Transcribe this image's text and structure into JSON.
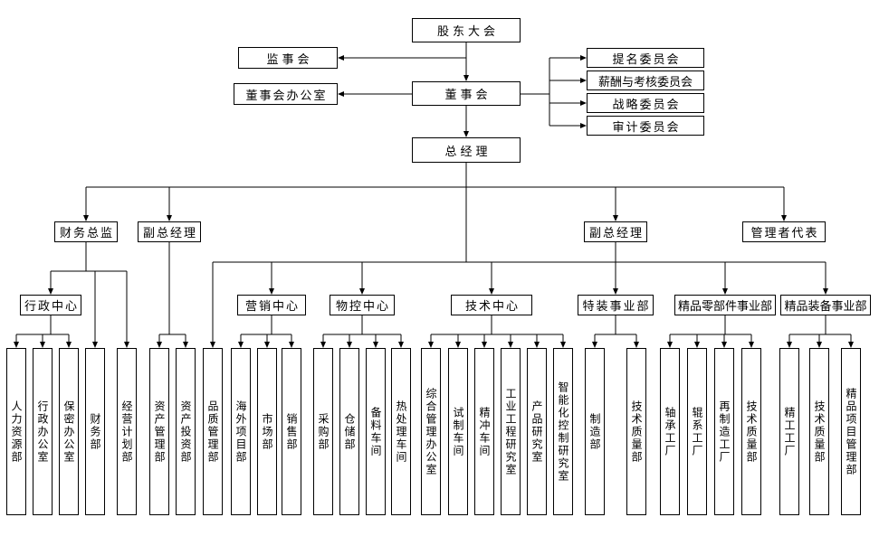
{
  "nodes": {
    "shareholders_meeting": "股东大会",
    "supervisory_board": "监事会",
    "board_office": "董事会办公室",
    "board_of_directors": "董事会",
    "nomination_committee": "提名委员会",
    "remuneration_committee": "薪酬与考核委员会",
    "strategy_committee": "战略委员会",
    "audit_committee": "审计委员会",
    "general_manager": "总经理",
    "cfo": "财务总监",
    "deputy_gm_1": "副总经理",
    "deputy_gm_2": "副总经理",
    "management_rep": "管理者代表",
    "admin_center": "行政中心",
    "marketing_center": "营销中心",
    "material_control_center": "物控中心",
    "technology_center": "技术中心",
    "special_equipment_division": "特装事业部",
    "precision_parts_division": "精品零部件事业部",
    "precision_equipment_division": "精品装备事业部",
    "hr_dept": "人力资源部",
    "admin_office": "行政办公室",
    "confidentiality_office": "保密办公室",
    "finance_dept": "财务部",
    "business_planning_dept": "经营计划部",
    "asset_management_dept": "资产管理部",
    "asset_investment_dept": "资产投资部",
    "quality_management_dept": "品质管理部",
    "overseas_project_dept": "海外项目部",
    "market_dept": "市场部",
    "sales_dept": "销售部",
    "purchasing_dept": "采购部",
    "warehouse_dept": "仓储部",
    "material_prep_workshop": "备料车间",
    "heat_treatment_workshop": "热处理车间",
    "general_management_office": "综合管理办公室",
    "trial_workshop": "试制车间",
    "fine_blanking_workshop": "精冲车间",
    "industrial_engineering_lab": "工业工程研究室",
    "product_research_lab": "产品研究室",
    "intelligent_control_lab": "智能化控制研究室",
    "manufacturing_dept": "制造部",
    "tech_quality_dept_1": "技术质量部",
    "bearing_factory": "轴承工厂",
    "roller_factory": "辊系工厂",
    "remanufacturing_factory": "再制造工厂",
    "tech_quality_dept_2": "技术质量部",
    "precision_factory": "精工工厂",
    "tech_quality_dept_3": "技术质量部",
    "precision_project_mgmt_dept": "精品项目管理部"
  },
  "hierarchy": {
    "shareholders_meeting": [
      "supervisory_board",
      "board_of_directors"
    ],
    "board_of_directors": [
      "board_office",
      "nomination_committee",
      "remuneration_committee",
      "strategy_committee",
      "audit_committee",
      "general_manager"
    ],
    "general_manager": [
      "cfo",
      "deputy_gm_1",
      "deputy_gm_2",
      "management_rep",
      "quality_management_dept",
      "marketing_center",
      "material_control_center",
      "technology_center",
      "precision_parts_division",
      "precision_equipment_division"
    ],
    "cfo": [
      "admin_center",
      "finance_dept",
      "business_planning_dept"
    ],
    "admin_center": [
      "hr_dept",
      "admin_office",
      "confidentiality_office"
    ],
    "deputy_gm_1": [
      "asset_management_dept",
      "asset_investment_dept"
    ],
    "deputy_gm_2": [
      "special_equipment_division"
    ],
    "marketing_center": [
      "overseas_project_dept",
      "market_dept",
      "sales_dept"
    ],
    "material_control_center": [
      "purchasing_dept",
      "warehouse_dept",
      "material_prep_workshop",
      "heat_treatment_workshop"
    ],
    "technology_center": [
      "general_management_office",
      "trial_workshop",
      "fine_blanking_workshop",
      "industrial_engineering_lab",
      "product_research_lab",
      "intelligent_control_lab"
    ],
    "special_equipment_division": [
      "manufacturing_dept",
      "tech_quality_dept_1"
    ],
    "precision_parts_division": [
      "bearing_factory",
      "roller_factory",
      "remanufacturing_factory",
      "tech_quality_dept_2"
    ],
    "precision_equipment_division": [
      "precision_factory",
      "tech_quality_dept_3",
      "precision_project_mgmt_dept"
    ]
  },
  "colors": {
    "line": "#000000",
    "box_border": "#000000",
    "box_background": "#ffffff",
    "text": "#000000"
  }
}
